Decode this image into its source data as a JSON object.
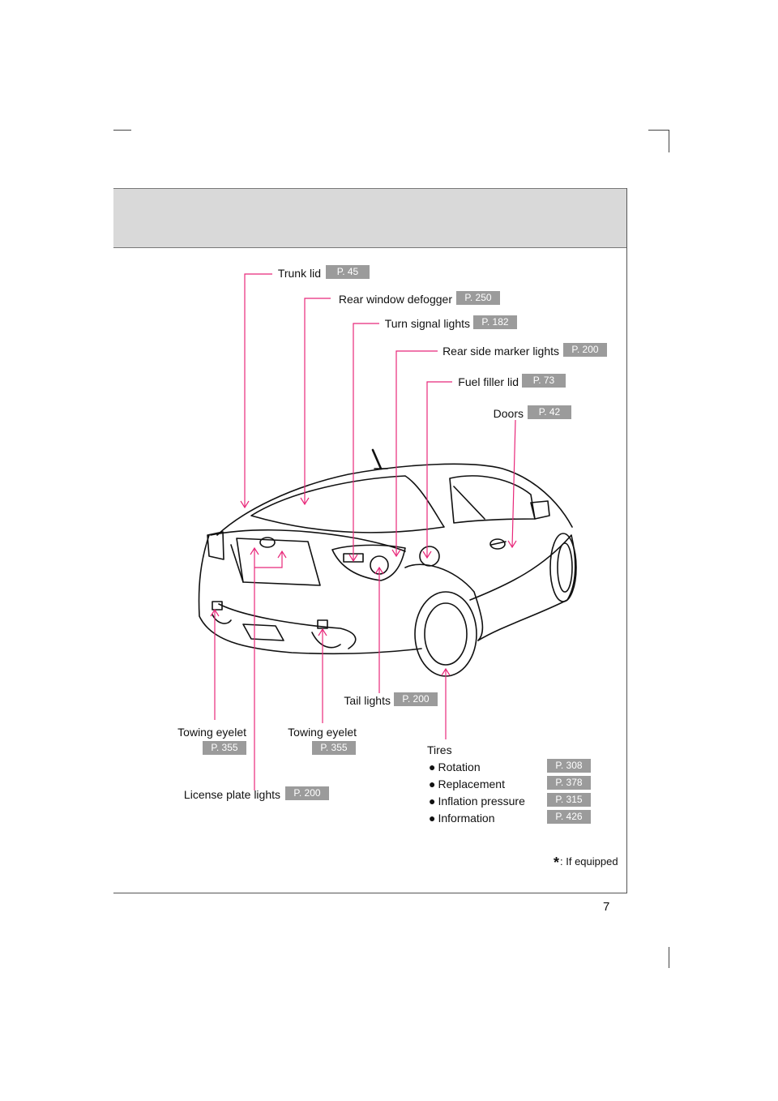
{
  "page": {
    "number": "7",
    "footnote_mark": "*",
    "footnote_text": ": If equipped"
  },
  "callouts": {
    "trunk_lid": {
      "label": "Trunk lid",
      "ref": "P. 45"
    },
    "rear_window_defogger": {
      "label": "Rear window defogger",
      "ref": "P. 250"
    },
    "turn_signal_lights": {
      "label": "Turn signal lights",
      "ref": "P. 182"
    },
    "rear_side_marker_lights": {
      "label": "Rear side marker lights",
      "ref": "P. 200"
    },
    "fuel_filler_lid": {
      "label": "Fuel filler lid",
      "ref": "P. 73"
    },
    "doors": {
      "label": "Doors",
      "ref": "P. 42"
    },
    "tail_lights": {
      "label": "Tail lights",
      "ref": "P. 200"
    },
    "towing_eyelet_left": {
      "label": "Towing eyelet",
      "ref": "P. 355"
    },
    "towing_eyelet_right": {
      "label": "Towing eyelet",
      "ref": "P. 355"
    },
    "license_plate_lights": {
      "label": "License plate lights",
      "ref": "P. 200"
    }
  },
  "tires": {
    "title": "Tires",
    "bullet": "●",
    "items": [
      {
        "label": "Rotation",
        "ref": "P. 308"
      },
      {
        "label": "Replacement",
        "ref": "P. 378"
      },
      {
        "label": "Inflation pressure",
        "ref": "P. 315"
      },
      {
        "label": "Information",
        "ref": "P. 426"
      }
    ]
  },
  "colors": {
    "leader_line": "#e8287a",
    "badge_bg": "#9b9b9b",
    "header_band": "#d9d9d9"
  }
}
